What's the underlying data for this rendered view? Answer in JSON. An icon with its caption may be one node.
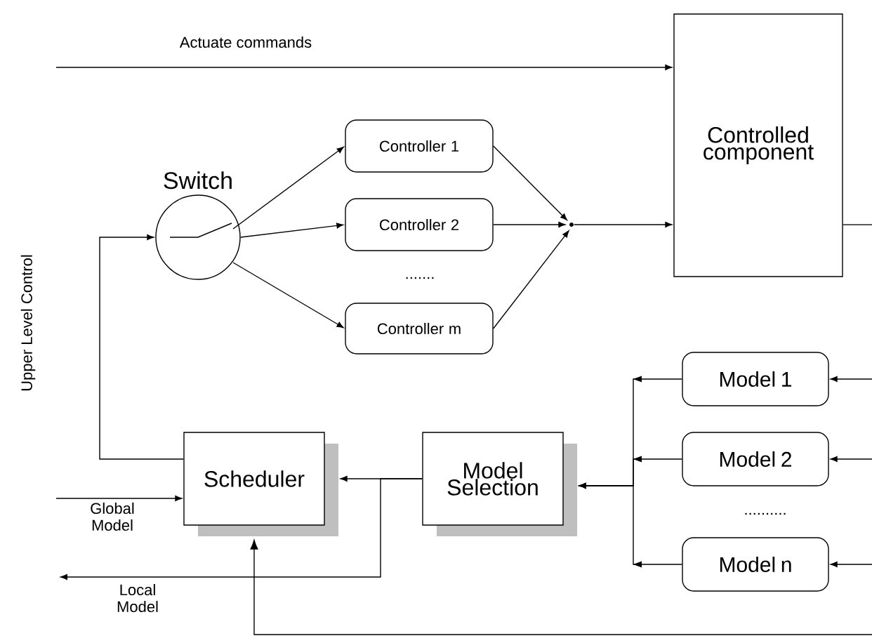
{
  "diagram": {
    "nodes": [
      {
        "text": [
          "Controlled component"
        ]
      },
      {
        "text": [
          "Switch"
        ]
      },
      {
        "text": [
          "Controller 1"
        ]
      },
      {
        "text": [
          "Controller 2"
        ]
      },
      {
        "text": [
          "Controller m"
        ]
      },
      {
        "text": [],
        "shape": "circle"
      },
      {
        "text": [
          "Scheduler"
        ]
      },
      {
        "text": [
          "Model Selection"
        ]
      },
      {
        "text": [
          "Model 1"
        ]
      },
      {
        "text": [
          "Model 2"
        ]
      },
      {
        "text": [
          "Model n"
        ]
      }
    ],
    "edges": [
      {
        "from": null,
        "to": 0,
        "arrow": "to",
        "label": "Actuate commands"
      },
      {
        "from": 0,
        "to": null,
        "arrow": "none"
      },
      {
        "from": 1,
        "to": 2,
        "arrow": "to"
      },
      {
        "from": 1,
        "to": 3,
        "arrow": "to"
      },
      {
        "from": 1,
        "to": 4,
        "arrow": "to"
      },
      {
        "from": 2,
        "to": 5,
        "arrow": "to"
      },
      {
        "from": 3,
        "to": 5,
        "arrow": "to"
      },
      {
        "from": 4,
        "to": 5,
        "arrow": "to"
      },
      {
        "from": 5,
        "to": 0,
        "arrow": "to"
      },
      {
        "from": 6,
        "to": 1,
        "arrow": "to"
      },
      {
        "from": 7,
        "to": 6,
        "arrow": "to"
      },
      {
        "from": 7,
        "to": null,
        "arrow": "to",
        "label": "Local Model"
      },
      {
        "from": null,
        "to": 6,
        "arrow": "to",
        "label": "Global Model"
      },
      {
        "from": 8,
        "to": 7,
        "arrow": "to"
      },
      {
        "from": 9,
        "to": 7,
        "arrow": "to"
      },
      {
        "from": 10,
        "to": 7,
        "arrow": "to"
      },
      {
        "from": null,
        "to": 8,
        "arrow": "to"
      },
      {
        "from": null,
        "to": 9,
        "arrow": "to"
      },
      {
        "from": null,
        "to": 10,
        "arrow": "to"
      },
      {
        "from": null,
        "to": 6,
        "arrow": "to"
      }
    ],
    "labels": [
      "Upper Level Control",
      ".......",
      ".........."
    ]
  }
}
